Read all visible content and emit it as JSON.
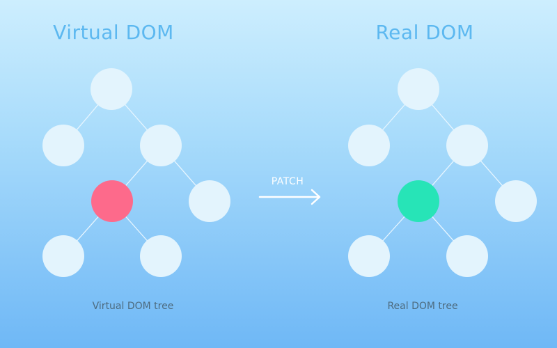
{
  "titles": {
    "left": "Virtual DOM",
    "right": "Real DOM"
  },
  "captions": {
    "left": "Virtual DOM tree",
    "right": "Real DOM tree"
  },
  "arrow": {
    "label": "PATCH",
    "icon": "arrow-right-icon"
  },
  "colors": {
    "node": "#e3f4fd",
    "edge": "#e8f6ff",
    "virtual_changed": "#fd6a8b",
    "real_patched": "#27e4b7",
    "title": "#5cb8f0",
    "caption": "#4d6b7f"
  },
  "trees": [
    {
      "id": "virtual",
      "nodes": [
        {
          "id": "root"
        },
        {
          "id": "l1a"
        },
        {
          "id": "l1b"
        },
        {
          "id": "l2a",
          "state": "changed"
        },
        {
          "id": "l2b"
        },
        {
          "id": "l3a"
        },
        {
          "id": "l3b"
        }
      ],
      "edges": [
        [
          "root",
          "l1a"
        ],
        [
          "root",
          "l1b"
        ],
        [
          "l1b",
          "l2a"
        ],
        [
          "l1b",
          "l2b"
        ],
        [
          "l2a",
          "l3a"
        ],
        [
          "l2a",
          "l3b"
        ]
      ]
    },
    {
      "id": "real",
      "nodes": [
        {
          "id": "root"
        },
        {
          "id": "l1a"
        },
        {
          "id": "l1b"
        },
        {
          "id": "l2a",
          "state": "patched"
        },
        {
          "id": "l2b"
        },
        {
          "id": "l3a"
        },
        {
          "id": "l3b"
        }
      ],
      "edges": [
        [
          "root",
          "l1a"
        ],
        [
          "root",
          "l1b"
        ],
        [
          "l1b",
          "l2a"
        ],
        [
          "l1b",
          "l2b"
        ],
        [
          "l2a",
          "l3a"
        ],
        [
          "l2a",
          "l3b"
        ]
      ]
    }
  ]
}
